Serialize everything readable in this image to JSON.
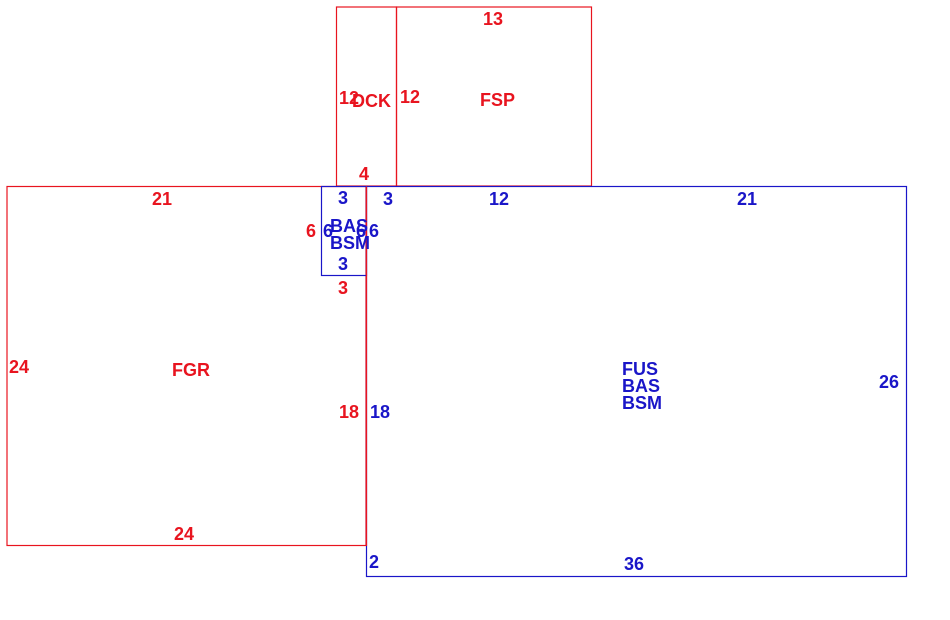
{
  "colors": {
    "red": "#e8141f",
    "blue": "#1a16c8"
  },
  "areas": {
    "dck": {
      "code": "DCK",
      "dims": {
        "left": "12",
        "right": "12",
        "bottom": "4"
      }
    },
    "fsp": {
      "code": "FSP",
      "dims": {
        "top": "13",
        "left": "12"
      }
    },
    "fgr": {
      "code": "FGR",
      "dims": {
        "top": "21",
        "left": "24",
        "right": "18",
        "bottom": "24"
      }
    },
    "small": {
      "codes": [
        "BAS",
        "BSM"
      ],
      "dims": {
        "top": "3",
        "bottom": "3",
        "left_outer": "6",
        "left_inner": "6",
        "right_inner": "6",
        "right_outer": "6",
        "corner": "3"
      }
    },
    "fus": {
      "codes": [
        "FUS",
        "BAS",
        "BSM"
      ],
      "dims": {
        "top_a": "3",
        "top_b": "12",
        "top_c": "21",
        "left": "18",
        "right": "26",
        "bottom": "36",
        "corner": "2"
      }
    }
  }
}
